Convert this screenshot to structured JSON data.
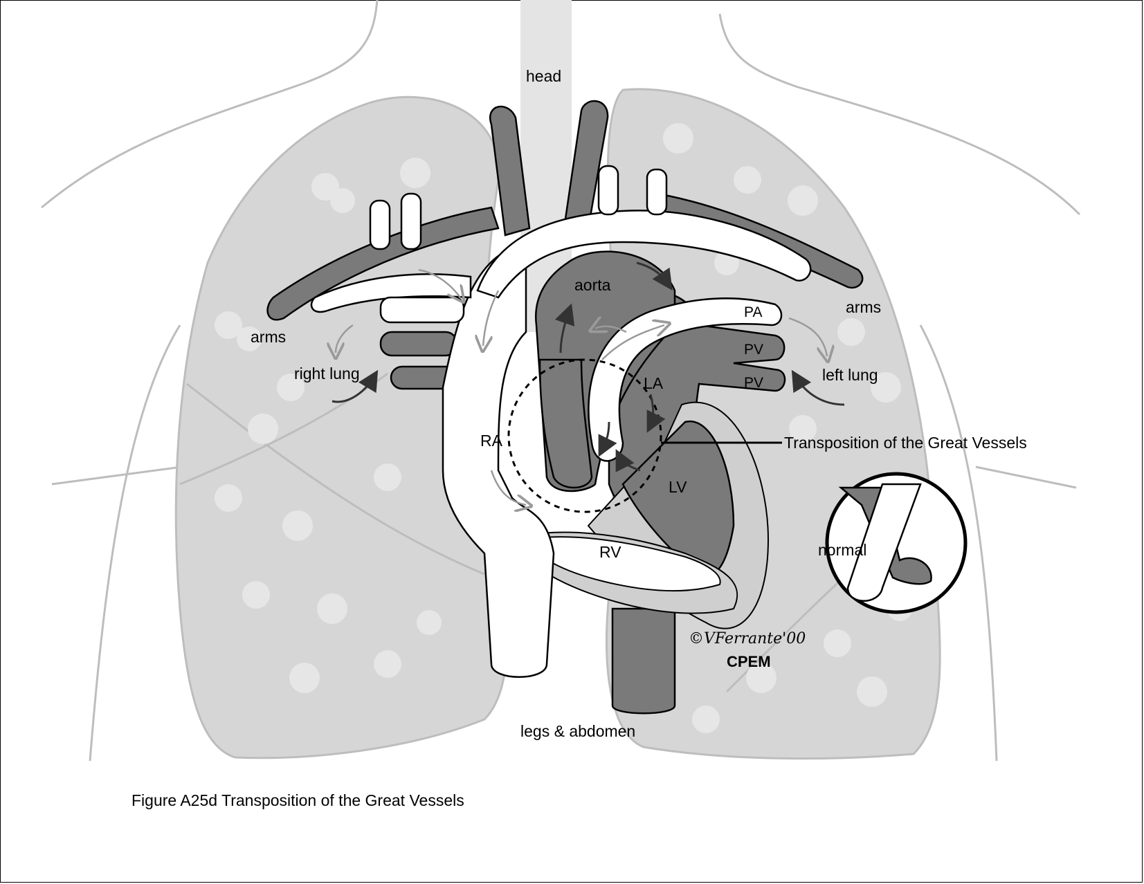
{
  "title": "Figure A25d Transposition of the Great Vessels",
  "labels": {
    "head": "head",
    "aorta": "aorta",
    "arms_left": "arms",
    "arms_right": "arms",
    "right_lung": "right lung",
    "left_lung": "left lung",
    "pa": "PA",
    "pv_upper": "PV",
    "pv_lower": "PV",
    "la": "LA",
    "ra": "RA",
    "lv": "LV",
    "rv": "RV",
    "callout": "Transposition of the Great Vessels",
    "normal": "normal",
    "legs": "legs & abdomen"
  },
  "signature": {
    "artist": "©VFerrante'00",
    "org": "CPEM"
  },
  "colors": {
    "deoxygenated": "#7a7a7a",
    "oxygenated": "#ffffff",
    "lung": "#d6d6d6",
    "background": "#ffffff"
  }
}
